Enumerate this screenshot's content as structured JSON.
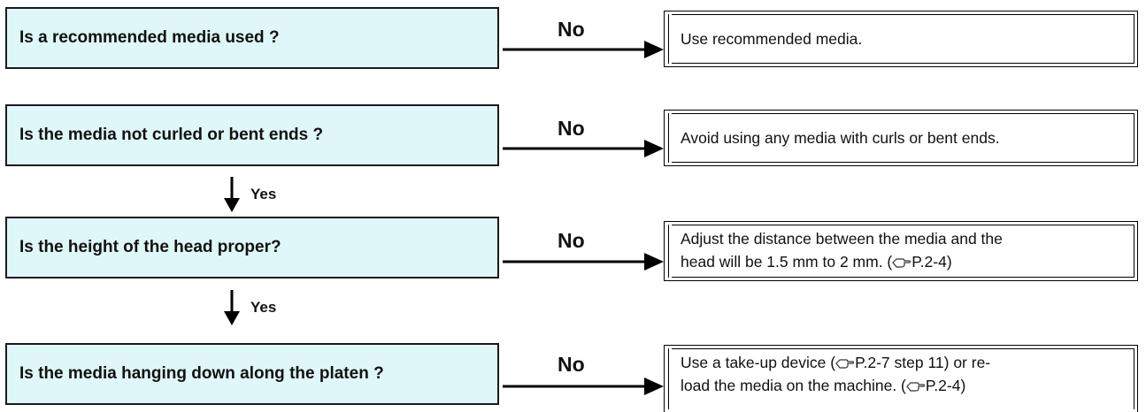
{
  "rows": [
    {
      "question": "Is a recommended media used ?",
      "answer_label": "No",
      "action": [
        "Use recommended media."
      ]
    },
    {
      "question": "Is the media not curled or bent ends ?",
      "answer_label": "No",
      "action": [
        "Avoid using any media with curls or bent ends."
      ],
      "yes_label": "Yes"
    },
    {
      "question": "Is the height of the head proper?",
      "answer_label": "No",
      "action": [
        "Adjust the distance between the media and the",
        "head will be 1.5 mm to 2 mm. (",
        "P.2-4)"
      ],
      "yes_label": "Yes"
    },
    {
      "question": "Is the media hanging down along the platen ?",
      "answer_label": "No",
      "action": [
        "Use a take-up device (",
        "P.2-7 step 11) or re-",
        "load the media on the machine. (",
        "P.2-4)"
      ]
    }
  ],
  "icons": {
    "reference": "hand-pointer-reference-icon"
  },
  "colors": {
    "question_fill": "#dff7f9",
    "line": "#1a1a1a"
  }
}
